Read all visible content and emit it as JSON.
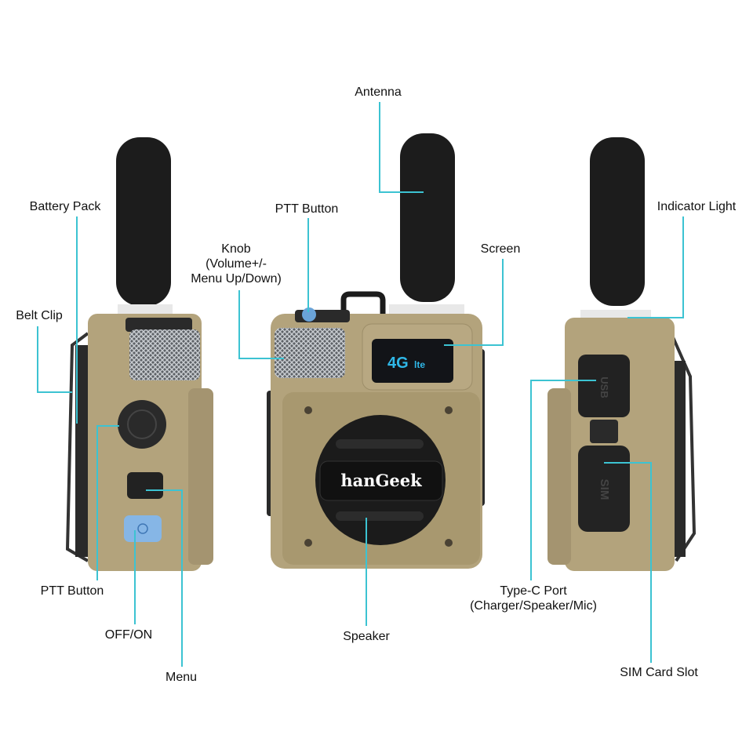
{
  "colors": {
    "leader": "#3cc3d2",
    "body": "#b3a37c",
    "body_dark": "#948560",
    "antenna": "#1c1c1c",
    "screen_text": "#2fb8e8"
  },
  "labels": {
    "battery_pack": "Battery Pack",
    "belt_clip": "Belt Clip",
    "ptt_button_side": "PTT Button",
    "off_on": "OFF/ON",
    "menu": "Menu",
    "knob_line1": "Knob",
    "knob_line2": "(Volume+/-",
    "knob_line3": "Menu Up/Down)",
    "ptt_button_top": "PTT Button",
    "antenna": "Antenna",
    "screen": "Screen",
    "speaker": "Speaker",
    "indicator_light": "Indicator Light",
    "type_c_line1": "Type-C Port",
    "type_c_line2": "(Charger/Speaker/Mic)",
    "sim_card_slot": "SIM Card Slot"
  },
  "device": {
    "brand_logo": "hanGeek",
    "screen_text": "4G",
    "screen_sub": "lte",
    "port_usb": "USB",
    "port_sim": "SIM"
  }
}
